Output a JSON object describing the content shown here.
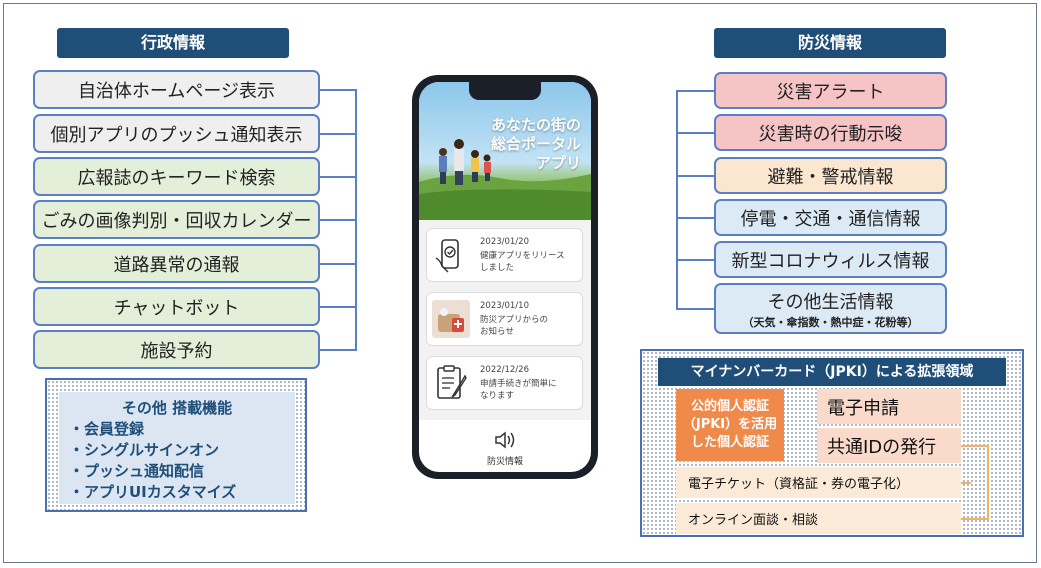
{
  "left": {
    "header": "行政情報",
    "items": [
      {
        "label": "自治体ホームページ表示"
      },
      {
        "label": "個別アプリのプッシュ通知表示"
      },
      {
        "label": "広報誌のキーワード検索"
      },
      {
        "label": "ごみの画像判別・回収カレンダー"
      },
      {
        "label": "道路異常の通報"
      },
      {
        "label": "チャットボット"
      },
      {
        "label": "施設予約"
      }
    ],
    "other": {
      "title": "その他 搭載機能",
      "items": [
        "・会員登録",
        "・シングルサインオン",
        "・プッシュ通知配信",
        "・アプリUIカスタマイズ"
      ]
    }
  },
  "phone": {
    "hero_title_lines": [
      "あなたの街の",
      "総合ポータル",
      "アプリ"
    ],
    "cards": [
      {
        "date": "2023/01/20",
        "line1": "健康アプリをリリース",
        "line2": "しました",
        "icon": "phone-check-icon"
      },
      {
        "date": "2023/01/10",
        "line1": "防災アプリからの",
        "line2": "お知らせ",
        "icon": "emergency-kit-icon"
      },
      {
        "date": "2022/12/26",
        "line1": "申請手続きが簡単に",
        "line2": "なります",
        "icon": "clipboard-pen-icon"
      }
    ],
    "tab_label": "防災情報",
    "tab_icon": "speaker-icon"
  },
  "right": {
    "header": "防災情報",
    "items": [
      {
        "label": "災害アラート"
      },
      {
        "label": "災害時の行動示唆"
      },
      {
        "label": "避難・警戒情報"
      },
      {
        "label": "停電・交通・通信情報"
      },
      {
        "label": "新型コロナウィルス情報"
      },
      {
        "label": "その他生活情報",
        "sub": "（天気・傘指数・熱中症・花粉等）"
      }
    ]
  },
  "mynumber": {
    "header": "マイナンバーカード（JPKI）による拡張領域",
    "auth_lines": [
      "公的個人認証",
      "（JPKI）を活用",
      "した個人認証"
    ],
    "e_application": "電子申請",
    "common_id": "共通IDの発行",
    "e_ticket": "電子チケット（資格証・券の電子化）",
    "online": "オンライン面談・相談"
  },
  "colors": {
    "header_navy": "#1f4e79",
    "box_border": "#5b7fc4",
    "jpki_orange": "#f08a4b"
  }
}
